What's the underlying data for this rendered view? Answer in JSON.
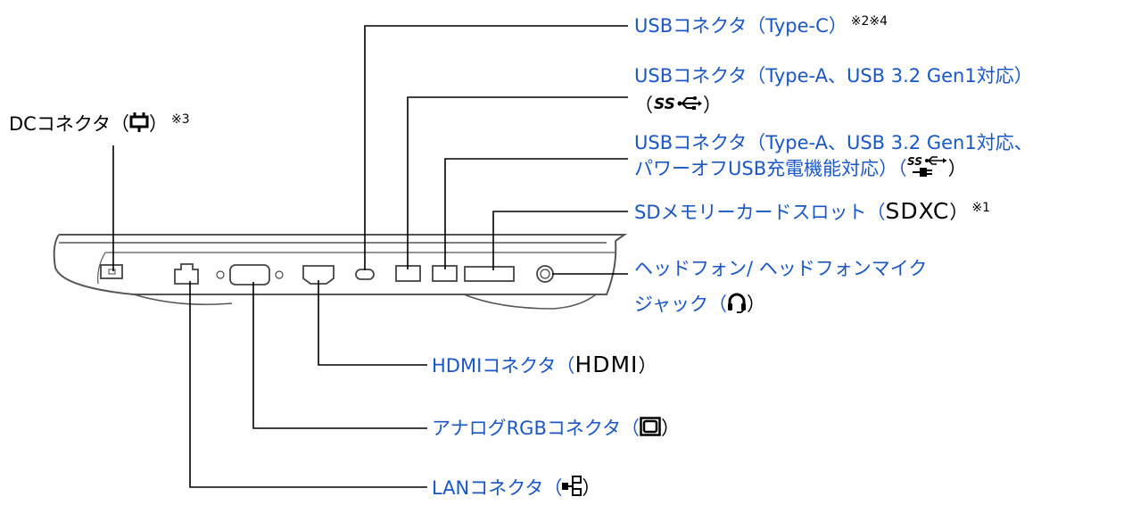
{
  "labels": {
    "dc": {
      "text": "DCコネクタ（",
      "close": "）",
      "note": "※3",
      "icon": "dc-power-icon"
    },
    "usb_c": {
      "text": "USBコネクタ（Type-C）",
      "note": "※2※4"
    },
    "usb_a1": {
      "line1": "USBコネクタ（Type-A、USB 3.2 Gen1対応）",
      "open": "（",
      "close": "）",
      "icon": "usb-superspeed-icon"
    },
    "usb_a2": {
      "line1": "USBコネクタ（Type-A、USB 3.2 Gen1対応、",
      "line2": "パワーオフUSB充電機能対応）（",
      "close": "）",
      "icon": "usb-superspeed-charge-icon"
    },
    "sd": {
      "text": "SDメモリーカードスロット（",
      "sdxc": "SDXC",
      "close": "）",
      "note": "※1"
    },
    "headphone": {
      "line1": "ヘッドフォン/ ヘッドフォンマイク",
      "line2": "ジャック（",
      "close": "）",
      "icon": "headset-icon"
    },
    "hdmi": {
      "text": "HDMIコネクタ（",
      "mark": "HDMI",
      "close": "）"
    },
    "rgb": {
      "text": "アナログRGBコネクタ（",
      "close": "）",
      "icon": "vga-monitor-icon"
    },
    "lan": {
      "text": "LANコネクタ（",
      "close": "）",
      "icon": "lan-network-icon"
    }
  },
  "colors": {
    "link": "#1a56c4",
    "line": "#000000",
    "device": "#555555"
  }
}
